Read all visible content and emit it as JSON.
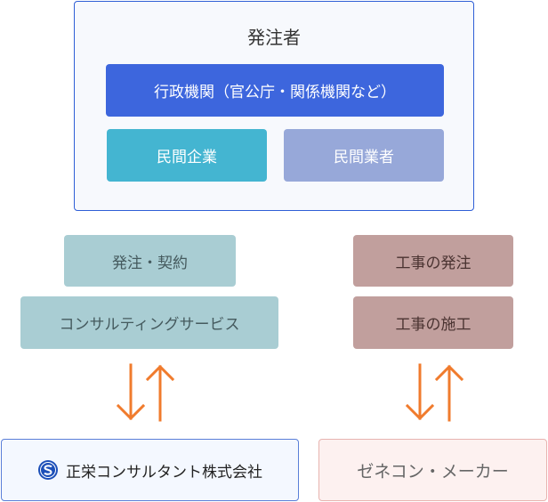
{
  "orderer": {
    "title": "発注者",
    "government": "行政機関（官公庁・関係機関など）",
    "private_company": "民間企業",
    "private_trader": "民間業者"
  },
  "left_column": {
    "order_contract": "発注・契約",
    "consulting_service": "コンサルティングサービス"
  },
  "right_column": {
    "work_order": "工事の発注",
    "work_execution": "工事の施工"
  },
  "bottom": {
    "company_name": "正栄コンサルタント株式会社",
    "general_contractor": "ゼネコン・メーカー"
  },
  "colors": {
    "panel_border": "#2f5fd6",
    "government": "#3d66dd",
    "private_company": "#44b5d1",
    "private_trader": "#97a8d9",
    "consulting": "#a9cdd3",
    "construction": "#c19f9d",
    "arrow": "#f07b2d"
  },
  "icons": [
    "company-logo-icon",
    "arrow-down-icon",
    "arrow-up-icon"
  ]
}
